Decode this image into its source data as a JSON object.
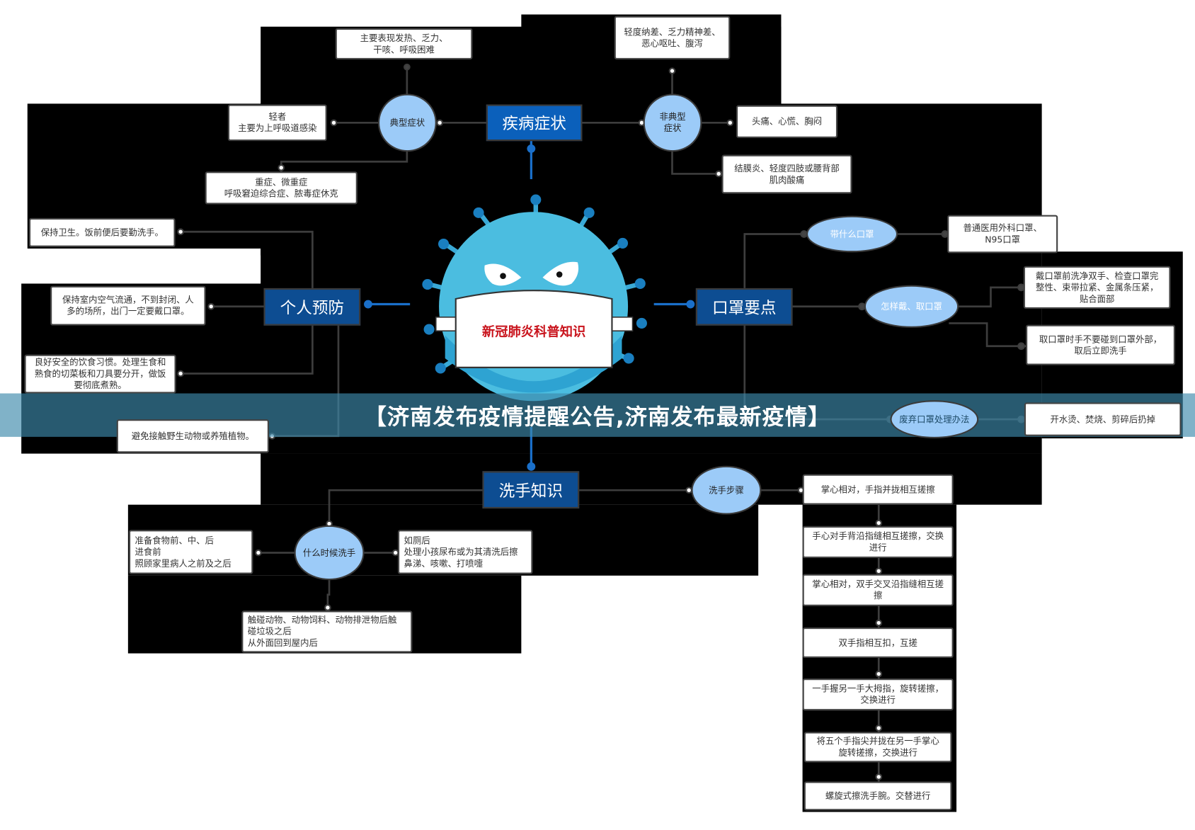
{
  "center": {
    "title": "新冠肺炎科普知识"
  },
  "banner": {
    "title": "【济南发布疫情提醒公告,济南发布最新疫情】"
  },
  "topics": {
    "symptoms": "疾病症状",
    "prevention": "个人预防",
    "mask": "口罩要点",
    "handwash": "洗手知识"
  },
  "symptoms": {
    "typical": {
      "label": "典型症状",
      "main": "主要表现发热、乏力、\n干咳、呼吸困难",
      "mild": "轻者\n主要为上呼吸道感染",
      "severe": "重症、微重症\n呼吸窘迫综合症、脓毒症休克"
    },
    "atypical": {
      "label": "非典型\n症状",
      "a": "轻度纳差、乏力精神差、\n恶心呕吐、腹泻",
      "b": "头痛、心慌、胸闷",
      "c": "结膜炎、轻度四肢或腰背部\n肌肉酸痛"
    }
  },
  "prevention": {
    "items": [
      "保持卫生。饭前便后要勤洗手。",
      "保持室内空气流通，不到封闭、人\n多的场所，出门一定要戴口罩。",
      "良好安全的饮食习惯。处理生食和\n熟食的切菜板和刀具要分开，做饭\n要彻底煮熟。",
      "避免接触野生动物或养殖植物。"
    ]
  },
  "mask": {
    "which": {
      "label": "带什么口罩",
      "answer": "普通医用外科口罩、\nN95口罩"
    },
    "how": {
      "label": "怎样戴、取口罩",
      "wear": "戴口罩前洗净双手、检查口罩完\n整性、束带拉紧、金属条压紧，\n贴合面部",
      "remove": "取口罩时手不要碰到口罩外部，\n取后立即洗手"
    },
    "dispose": {
      "label": "废弃口罩处理办法",
      "answer": "开水烫、焚烧、剪碎后扔掉"
    }
  },
  "handwash": {
    "when": {
      "label": "什么时候洗手",
      "a": "准备食物前、中、后\n进食前\n照顾家里病人之前及之后",
      "b": "如厕后\n处理小孩尿布或为其清洗后擦\n鼻涕、咳嗽、打喷嚏",
      "c": "触碰动物、动物饲料、动物排泄物后触\n碰垃圾之后\n从外面回到屋内后"
    },
    "steps": {
      "label": "洗手步骤",
      "items": [
        "掌心相对，手指并拢相互搓擦",
        "手心对手背沿指缝相互搓擦，交换\n进行",
        "掌心相对，双手交叉沿指缝相互搓\n擦",
        "双手指相互扣，互搓",
        "一手握另一手大拇指，旋转搓擦，\n交换进行",
        "将五个手指尖并拢在另一手掌心\n旋转搓擦，交换进行",
        "螺旋式擦洗手腕。交替进行"
      ]
    }
  },
  "colors": {
    "topic": "#0d4d92",
    "bubble": "#9ccbf8",
    "virus": "#4bbde0",
    "mask_text": "#c9141d"
  }
}
